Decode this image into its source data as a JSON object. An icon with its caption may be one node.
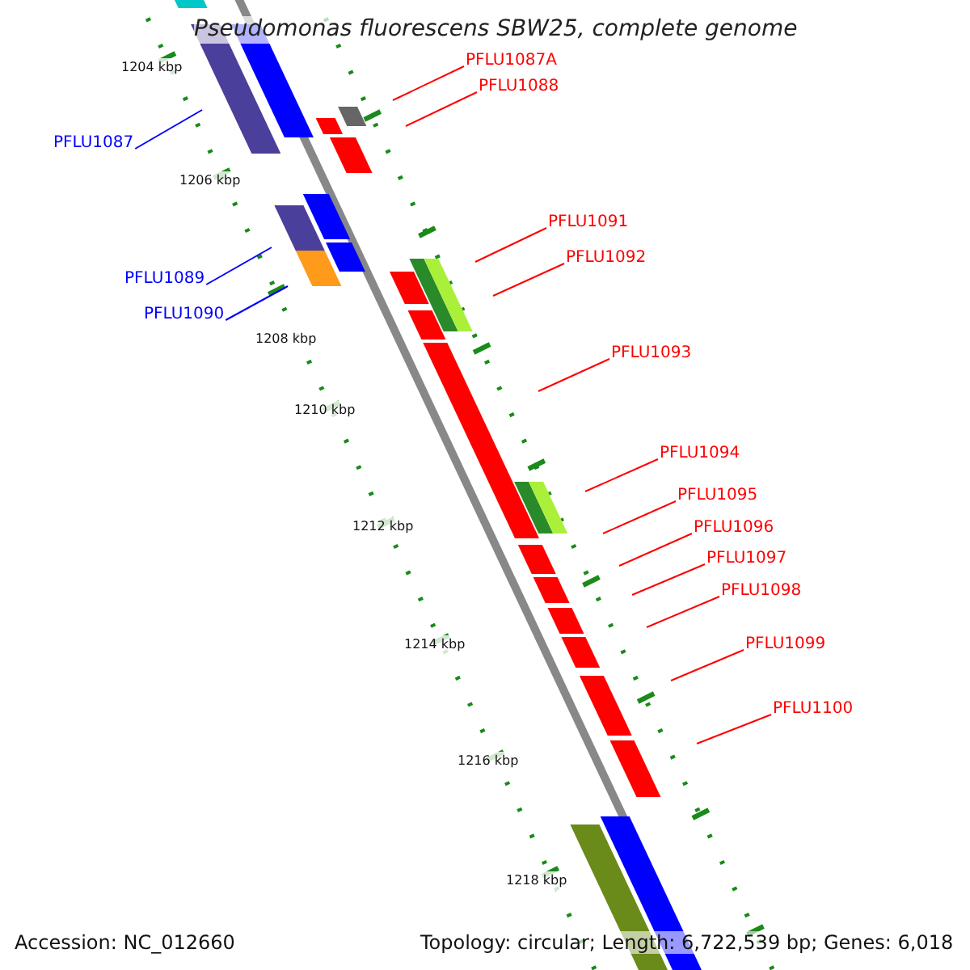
{
  "diagram": {
    "title": "Pseudomonas fluorescens SBW25, complete genome",
    "nodes": [
      {
        "text": [
          "PFLU1087A"
        ]
      },
      {
        "text": [
          "PFLU1088"
        ]
      },
      {
        "text": [
          "PFLU1087"
        ]
      },
      {
        "text": [
          "PFLU1091"
        ]
      },
      {
        "text": [
          "PFLU1092"
        ]
      },
      {
        "text": [
          "PFLU1089"
        ]
      },
      {
        "text": [
          "PFLU1090"
        ]
      },
      {
        "text": [
          "PFLU1093"
        ]
      },
      {
        "text": [
          "PFLU1094"
        ]
      },
      {
        "text": [
          "PFLU1095"
        ]
      },
      {
        "text": [
          "PFLU1096"
        ]
      },
      {
        "text": [
          "PFLU1097"
        ]
      },
      {
        "text": [
          "PFLU1098"
        ]
      },
      {
        "text": [
          "PFLU1099"
        ]
      },
      {
        "text": [
          "PFLU1100"
        ]
      }
    ],
    "edges": [
      {
        "from": 0,
        "to": null,
        "arrow": "none",
        "color": "#ff0000"
      },
      {
        "from": 1,
        "to": null,
        "arrow": "none",
        "color": "#ff0000"
      },
      {
        "from": 2,
        "to": null,
        "arrow": "none",
        "color": "#0000ff"
      },
      {
        "from": 3,
        "to": null,
        "arrow": "none",
        "color": "#ff0000"
      },
      {
        "from": 4,
        "to": null,
        "arrow": "none",
        "color": "#ff0000"
      },
      {
        "from": 5,
        "to": null,
        "arrow": "none",
        "color": "#0000ff"
      },
      {
        "from": 6,
        "to": null,
        "arrow": "none",
        "color": "#0000ff"
      },
      {
        "from": 7,
        "to": null,
        "arrow": "none",
        "color": "#ff0000"
      },
      {
        "from": 8,
        "to": null,
        "arrow": "none",
        "color": "#ff0000"
      },
      {
        "from": 9,
        "to": null,
        "arrow": "none",
        "color": "#ff0000"
      },
      {
        "from": 10,
        "to": null,
        "arrow": "none",
        "color": "#ff0000"
      },
      {
        "from": 11,
        "to": null,
        "arrow": "none",
        "color": "#ff0000"
      },
      {
        "from": 12,
        "to": null,
        "arrow": "none",
        "color": "#ff0000"
      },
      {
        "from": 13,
        "to": null,
        "arrow": "none",
        "color": "#ff0000"
      },
      {
        "from": 14,
        "to": null,
        "arrow": "none",
        "color": "#ff0000"
      }
    ],
    "labels": [
      "1204 kbp",
      "1206 kbp",
      "1208 kbp",
      "1210 kbp",
      "1212 kbp",
      "1214 kbp",
      "1216 kbp",
      "1218 kbp",
      "Accession: NC_012660",
      "Topology: circular; Length: 6,722,539 bp; Genes: 6,018"
    ]
  }
}
